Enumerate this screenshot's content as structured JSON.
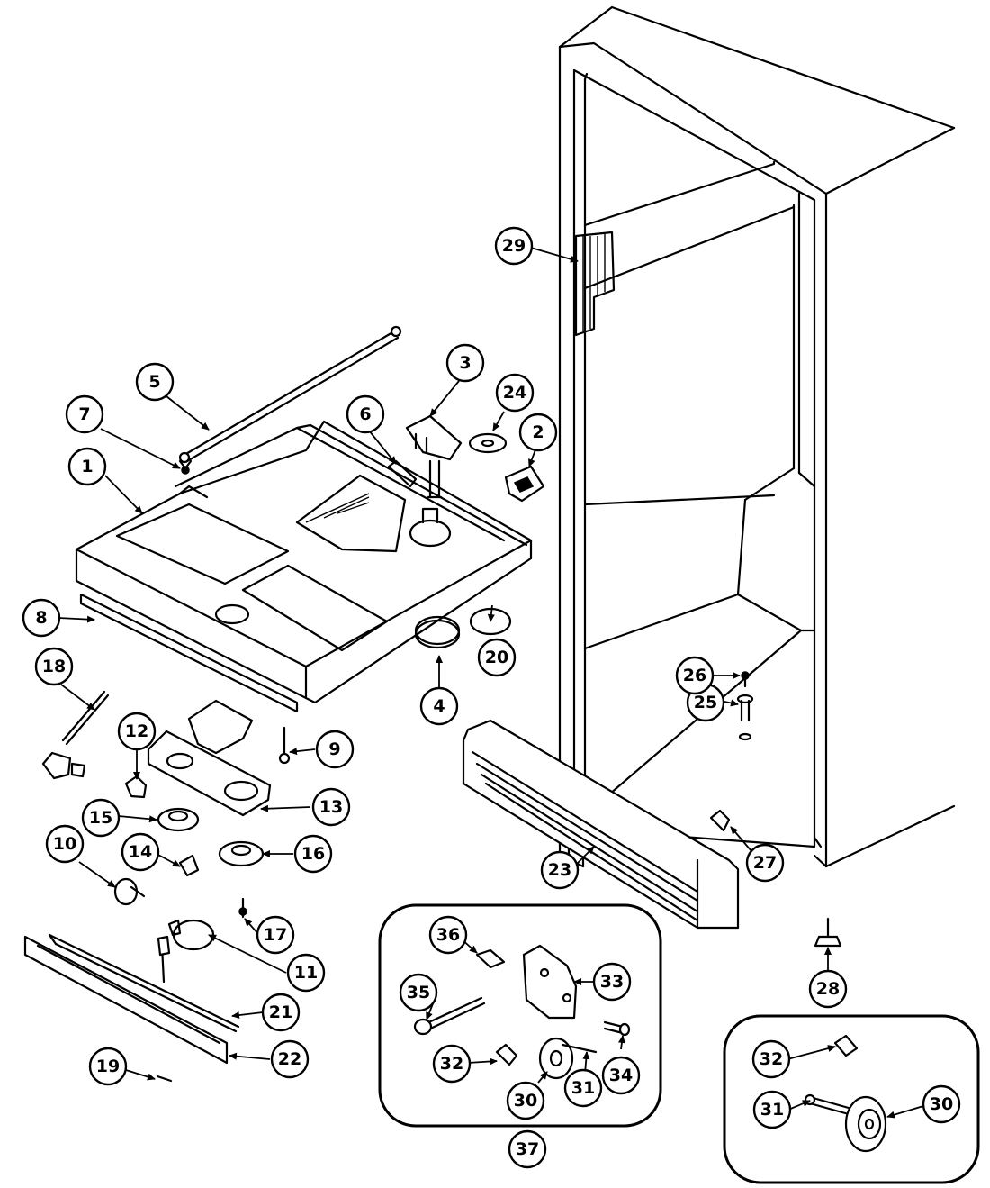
{
  "callouts": {
    "c1": "1",
    "c2": "2",
    "c3": "3",
    "c4": "4",
    "c5": "5",
    "c6": "6",
    "c7": "7",
    "c8": "8",
    "c9": "9",
    "c10": "10",
    "c11": "11",
    "c12": "12",
    "c13": "13",
    "c14": "14",
    "c15": "15",
    "c16": "16",
    "c17": "17",
    "c18": "18",
    "c19": "19",
    "c20": "20",
    "c21": "21",
    "c22": "22",
    "c23": "23",
    "c24": "24",
    "c25": "25",
    "c26": "26",
    "c27": "27",
    "c28": "28",
    "c29": "29",
    "c30a": "30",
    "c31a": "31",
    "c32a": "32",
    "c33": "33",
    "c34": "34",
    "c35": "35",
    "c36": "36",
    "c37": "37",
    "c30b": "30",
    "c31b": "31",
    "c32b": "32"
  }
}
